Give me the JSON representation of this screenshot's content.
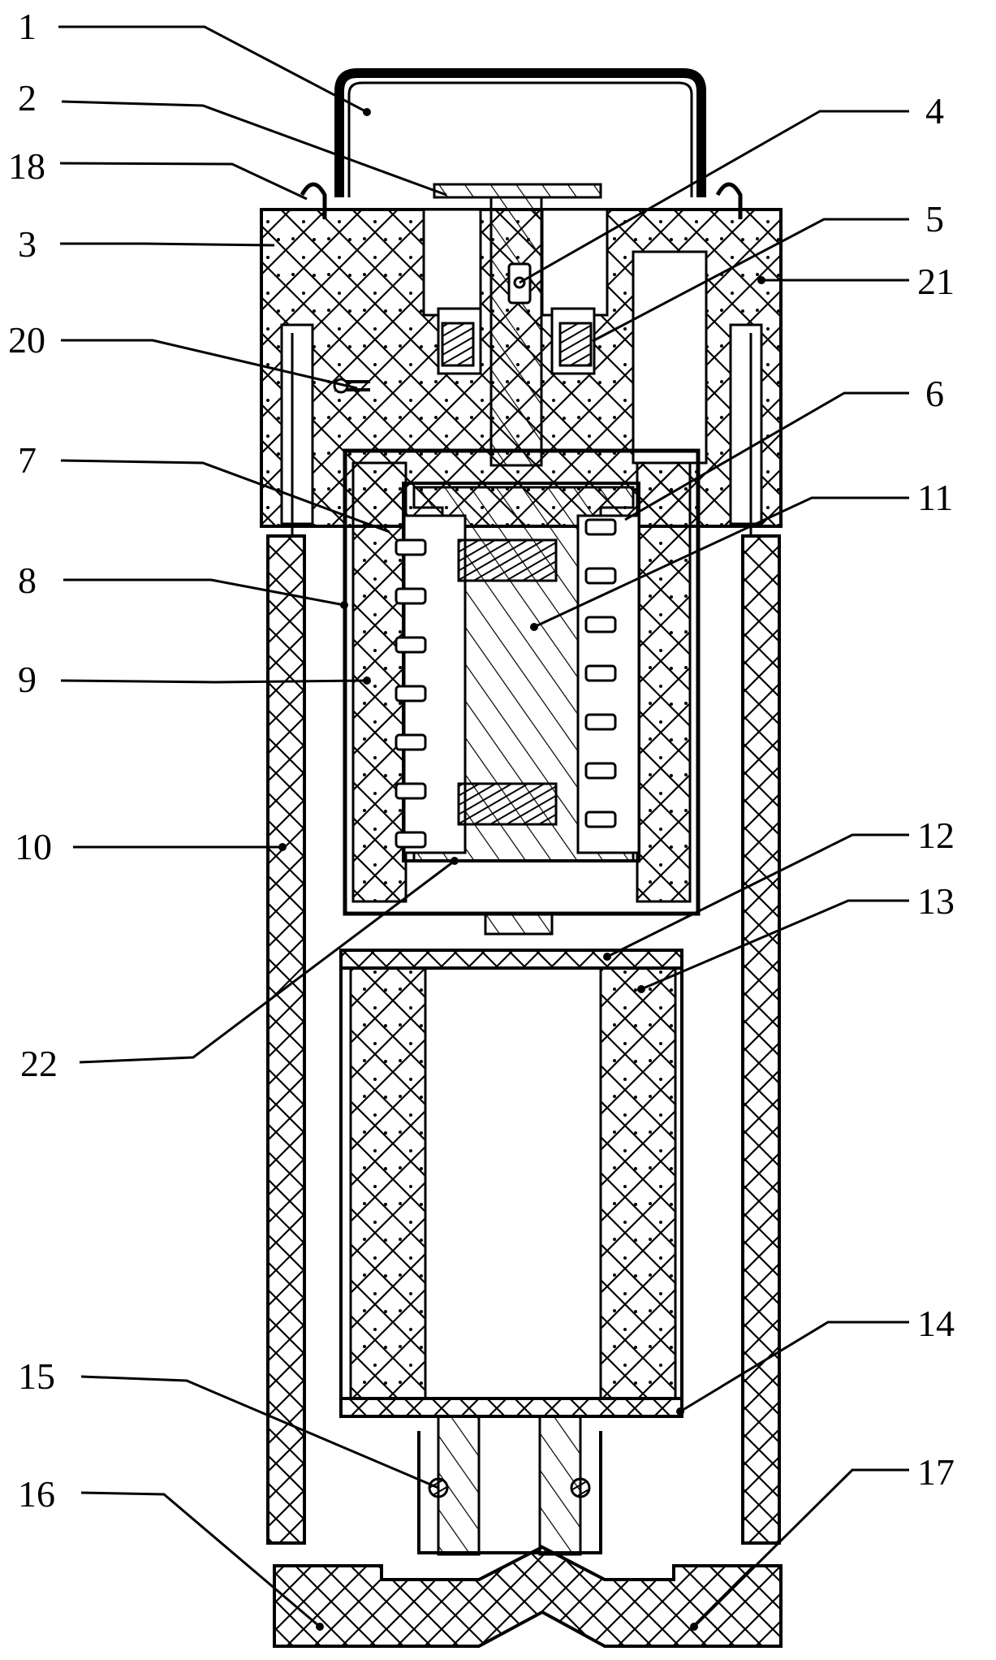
{
  "labels": {
    "n1": "1",
    "n2": "2",
    "n3": "3",
    "n4": "4",
    "n5": "5",
    "n6": "6",
    "n7": "7",
    "n8": "8",
    "n9": "9",
    "n10": "10",
    "n11": "11",
    "n12": "12",
    "n13": "13",
    "n14": "14",
    "n15": "15",
    "n16": "16",
    "n17": "17",
    "n18": "18",
    "n20": "20",
    "n21": "21",
    "n22": "22"
  },
  "colors": {
    "ink": "#000000",
    "paper": "#ffffff"
  }
}
